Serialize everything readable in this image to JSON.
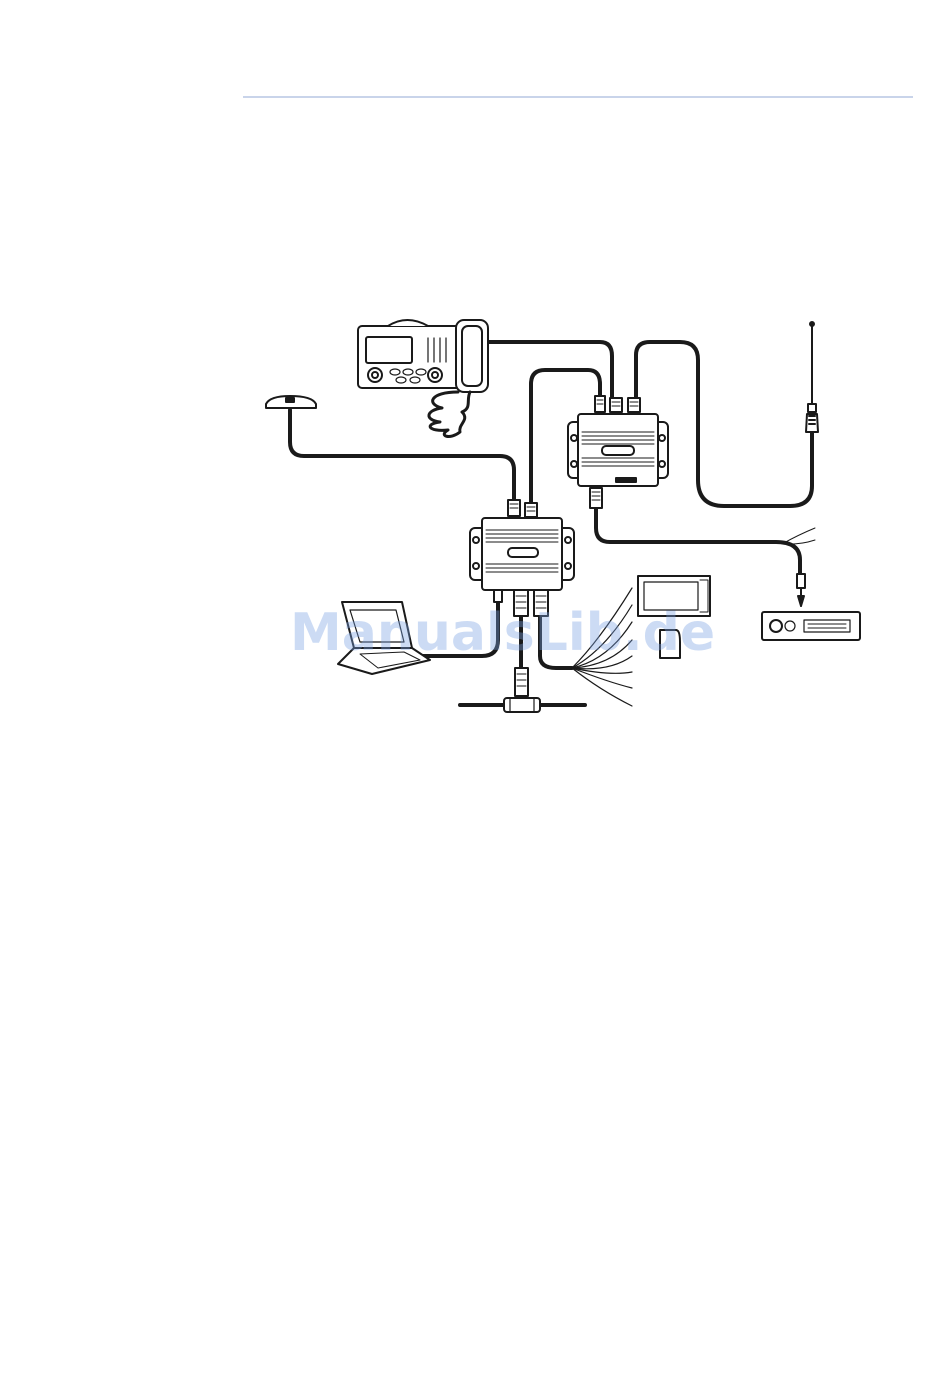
{
  "page": {
    "watermark_text": "ManualsLib.de",
    "colors": {
      "rule": "#c9d4ea",
      "line_art": "#1a1a1a",
      "watermark": "#78a0e1"
    }
  },
  "diagram": {
    "components": [
      {
        "id": "vhf-radio",
        "icon": "vhf-radio-icon"
      },
      {
        "id": "gps-antenna",
        "icon": "gps-antenna-icon"
      },
      {
        "id": "vhf-antenna",
        "icon": "vhf-antenna-icon"
      },
      {
        "id": "splitter-box",
        "icon": "junction-box-icon"
      },
      {
        "id": "interface-box",
        "icon": "junction-box-icon"
      },
      {
        "id": "laptop",
        "icon": "laptop-icon"
      },
      {
        "id": "black-box",
        "icon": "black-box-icon"
      },
      {
        "id": "fm-radio",
        "icon": "car-stereo-icon"
      },
      {
        "id": "network-backbone",
        "icon": "t-connector-icon"
      }
    ]
  }
}
